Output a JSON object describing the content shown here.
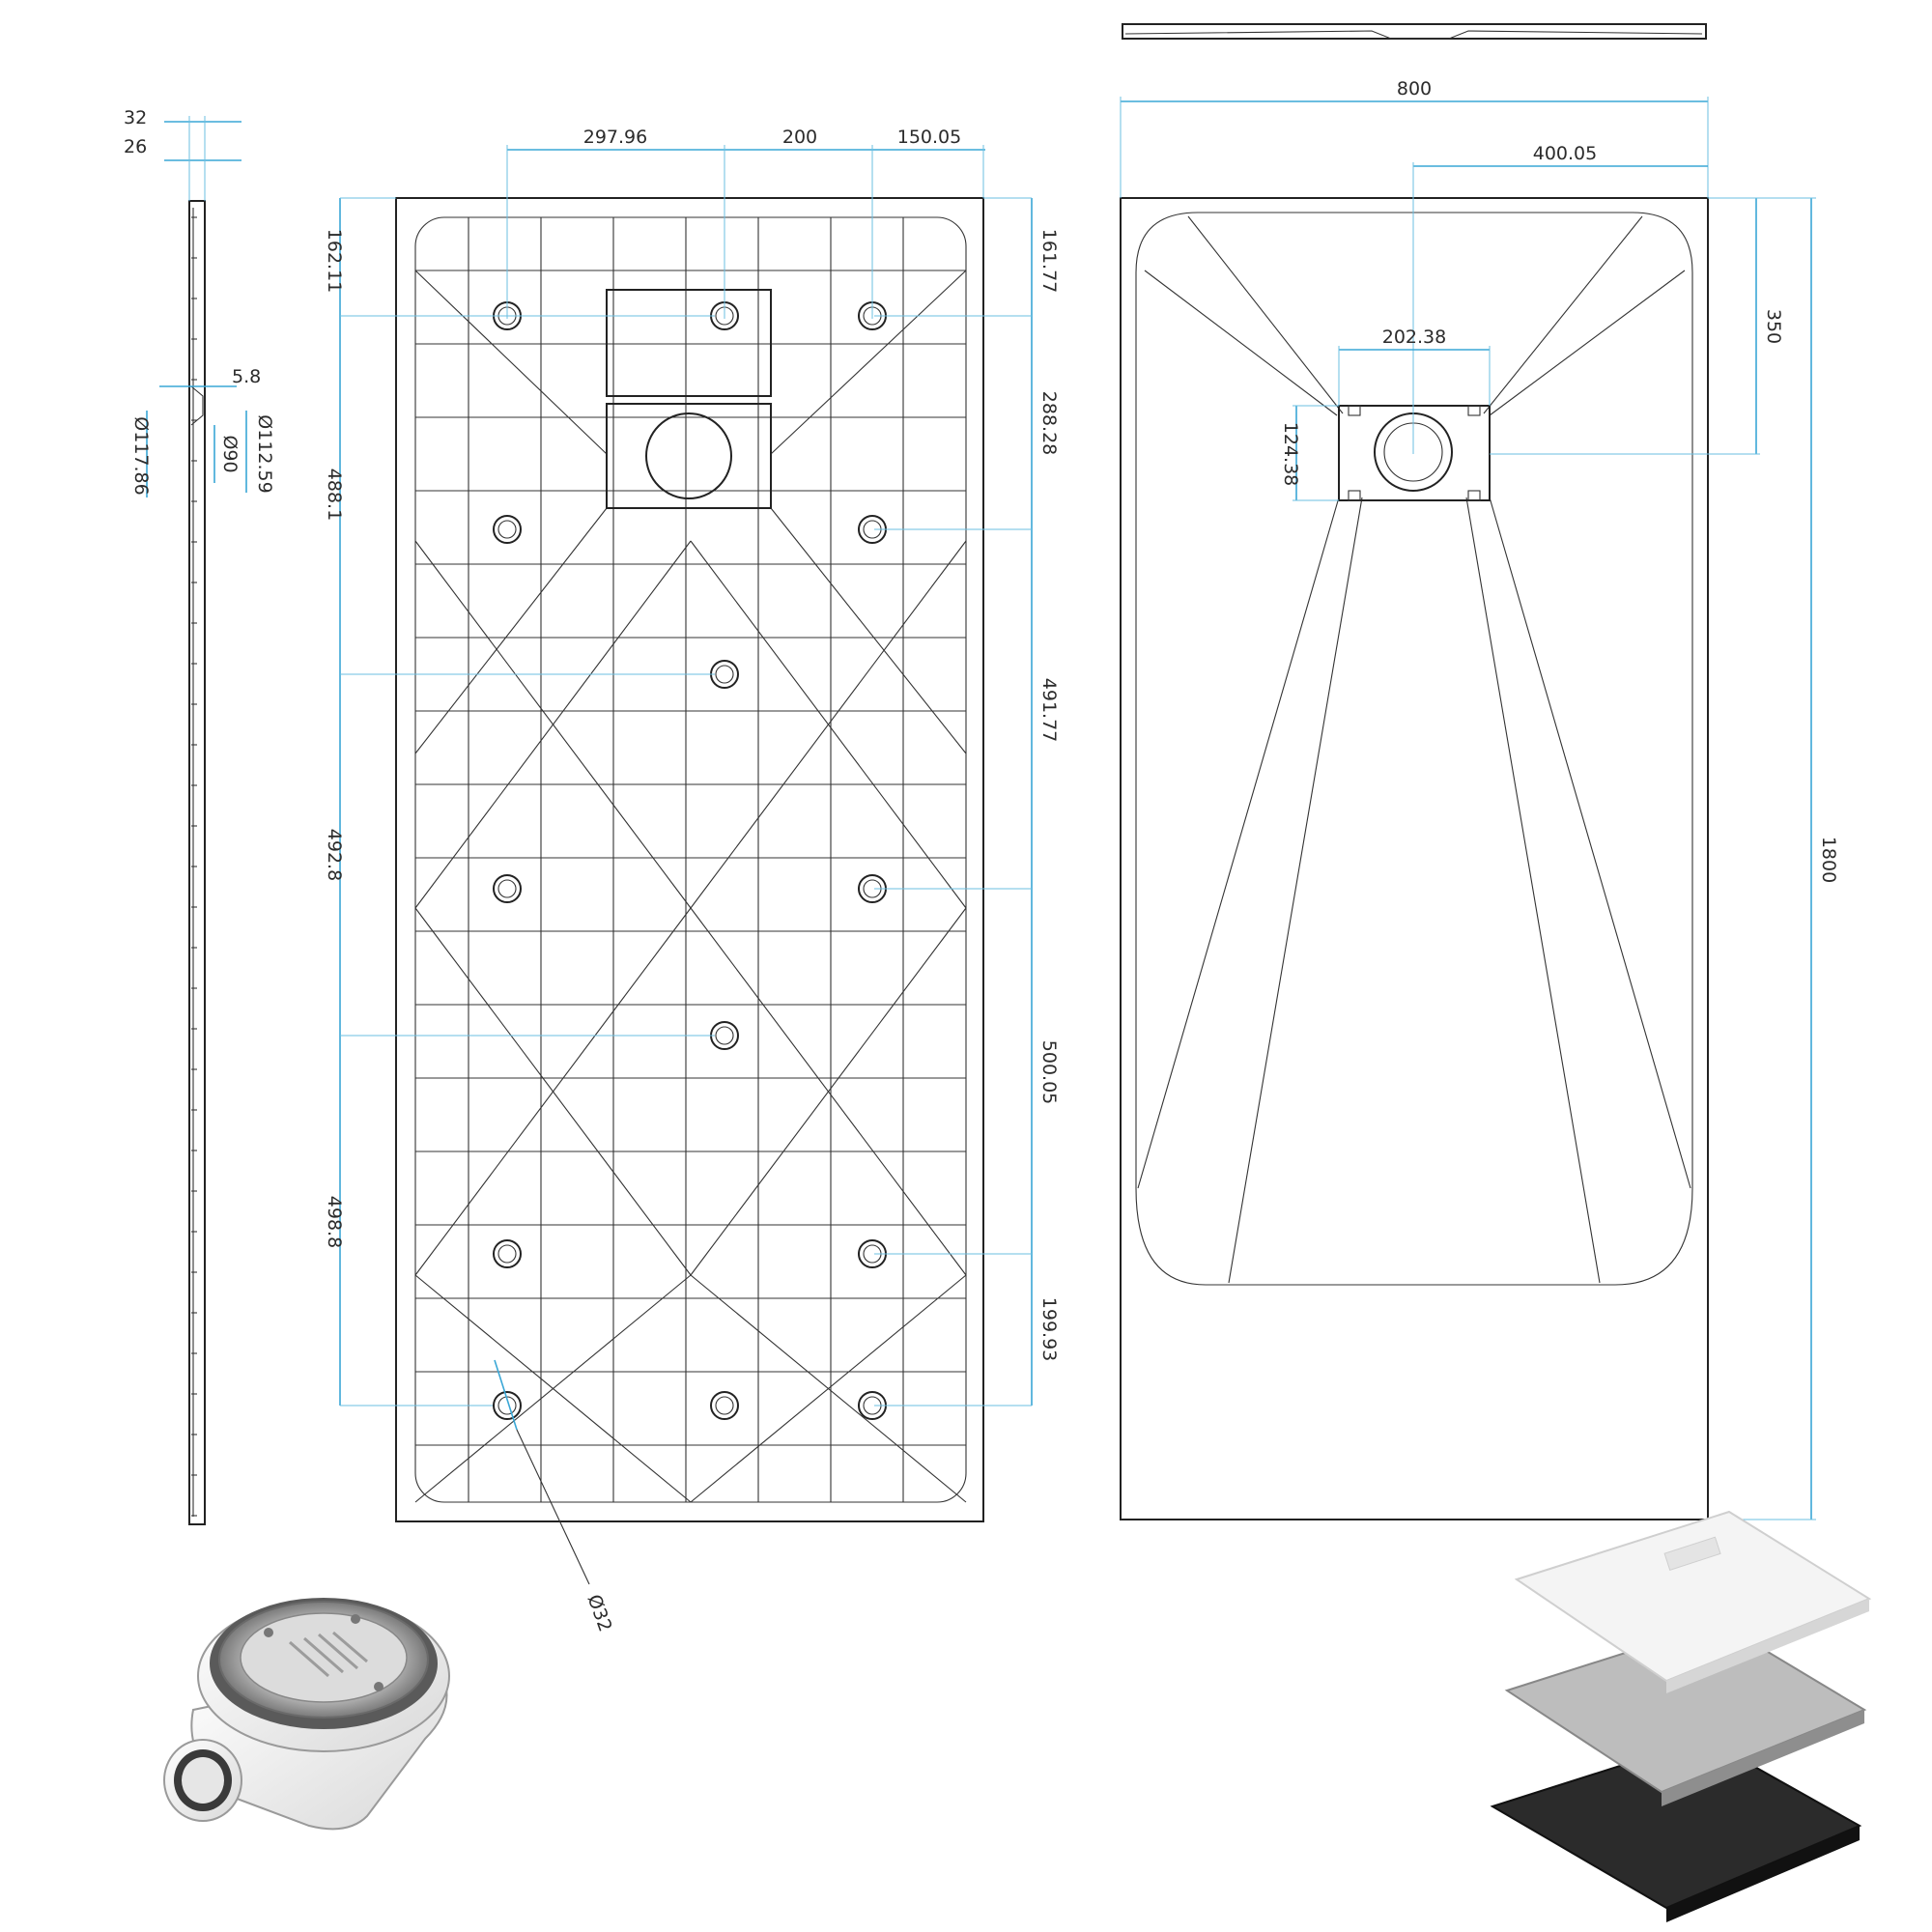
{
  "colors": {
    "dimension": "#2fa0d2",
    "outline": "#222222",
    "tray_white": "#f4f4f4",
    "tray_grey": "#bdbdbd",
    "tray_black": "#2b2b2b"
  },
  "side_view": {
    "dims": [
      "32",
      "26",
      "5.8",
      "Ø117.86",
      "Ø90",
      "Ø112.59"
    ]
  },
  "underside_view": {
    "top_dims": [
      "297.96",
      "200",
      "150.05"
    ],
    "left_dims": [
      "162.11",
      "488.1",
      "492.8",
      "498.8"
    ],
    "right_dims": [
      "161.77",
      "288.28",
      "491.77",
      "500.05",
      "199.93"
    ],
    "hole_dim": "Ø32"
  },
  "top_view": {
    "width": "800",
    "drain_offset": "400.05",
    "drain_width": "202.38",
    "drain_height": "124.38",
    "drain_from_top": "350",
    "length": "1800"
  },
  "accessories": {
    "drain_waste_icon": "shower-waste-trap-icon",
    "color_swatch_icon": "tray-color-swatches-icon"
  }
}
